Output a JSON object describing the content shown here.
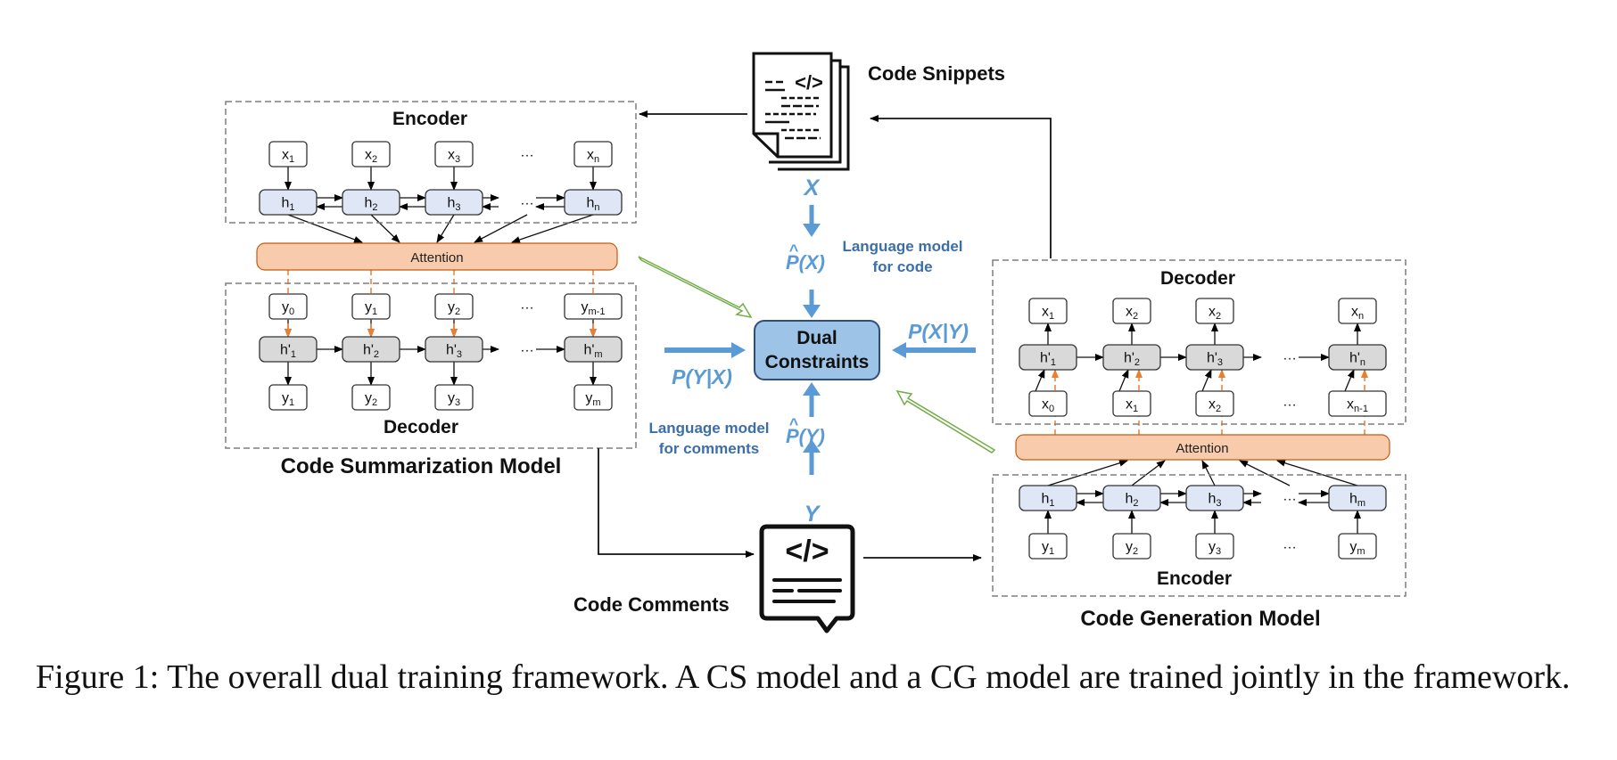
{
  "cs_model": {
    "title": "Code Summarization Model",
    "encoder_label": "Encoder",
    "decoder_label": "Decoder",
    "attention_label": "Attention",
    "enc_inputs": [
      "x",
      "x",
      "x",
      "…",
      "x"
    ],
    "enc_inputs_sub": [
      "1",
      "2",
      "3",
      "",
      "n"
    ],
    "enc_hidden": [
      "h",
      "h",
      "h",
      "…",
      "h"
    ],
    "enc_hidden_sub": [
      "1",
      "2",
      "3",
      "",
      "n"
    ],
    "dec_inputs": [
      "y",
      "y",
      "y",
      "…",
      "y"
    ],
    "dec_inputs_sub": [
      "0",
      "1",
      "2",
      "",
      "m-1"
    ],
    "dec_hidden": [
      "h'",
      "h'",
      "h'",
      "…",
      "h'"
    ],
    "dec_hidden_sub": [
      "1",
      "2",
      "3",
      "",
      "m"
    ],
    "dec_outputs": [
      "y",
      "y",
      "y",
      "y"
    ],
    "dec_outputs_sub": [
      "1",
      "2",
      "3",
      "m"
    ]
  },
  "cg_model": {
    "title": "Code Generation Model",
    "encoder_label": "Encoder",
    "decoder_label": "Decoder",
    "attention_label": "Attention",
    "dec_outputs": [
      "x",
      "x",
      "x",
      "x"
    ],
    "dec_outputs_sub": [
      "1",
      "2",
      "2",
      "n"
    ],
    "dec_hidden": [
      "h'",
      "h'",
      "h'",
      "…",
      "h'"
    ],
    "dec_hidden_sub": [
      "1",
      "2",
      "3",
      "",
      "n"
    ],
    "dec_inputs": [
      "x",
      "x",
      "x",
      "…",
      "x"
    ],
    "dec_inputs_sub": [
      "0",
      "1",
      "2",
      "",
      "n-1"
    ],
    "enc_hidden": [
      "h",
      "h",
      "h",
      "…",
      "h"
    ],
    "enc_hidden_sub": [
      "1",
      "2",
      "3",
      "",
      "m"
    ],
    "enc_inputs": [
      "y",
      "y",
      "y",
      "…",
      "y"
    ],
    "enc_inputs_sub": [
      "1",
      "2",
      "3",
      "",
      "m"
    ]
  },
  "center": {
    "dual_line1": "Dual",
    "dual_line2": "Constraints",
    "x_label": "X",
    "y_label": "Y",
    "px_label": "P(X)",
    "py_label": "P(Y)",
    "hat": "^",
    "lm_code_line1": "Language model",
    "lm_code_line2": "for code",
    "lm_comments_line1": "Language model",
    "lm_comments_line2": "for comments",
    "p_y_given_x": "P(Y|X)",
    "p_x_given_y": "P(X|Y)"
  },
  "icons": {
    "snippets_label": "Code Snippets",
    "snippets_icon": "code-document-icon",
    "snippets_tag": "</>",
    "comments_label": "Code Comments",
    "comments_icon": "code-comment-bubble-icon",
    "comments_tag": "</>"
  },
  "caption": "Figure 1: The overall dual training framework. A CS model and a CG model are trained jointly in the framework.",
  "colors": {
    "node_blue": "#dfe6f6",
    "node_gray": "#d9d9d9",
    "attention_fill": "#f8cbad",
    "center_fill": "#9dc3e6",
    "center_stroke": "#2e4d7a",
    "arrow_blue": "#5b9bd5",
    "label_blue": "#3c6ea8",
    "orange_dash": "#ed7d31",
    "green_arrow": "#70ad47"
  }
}
